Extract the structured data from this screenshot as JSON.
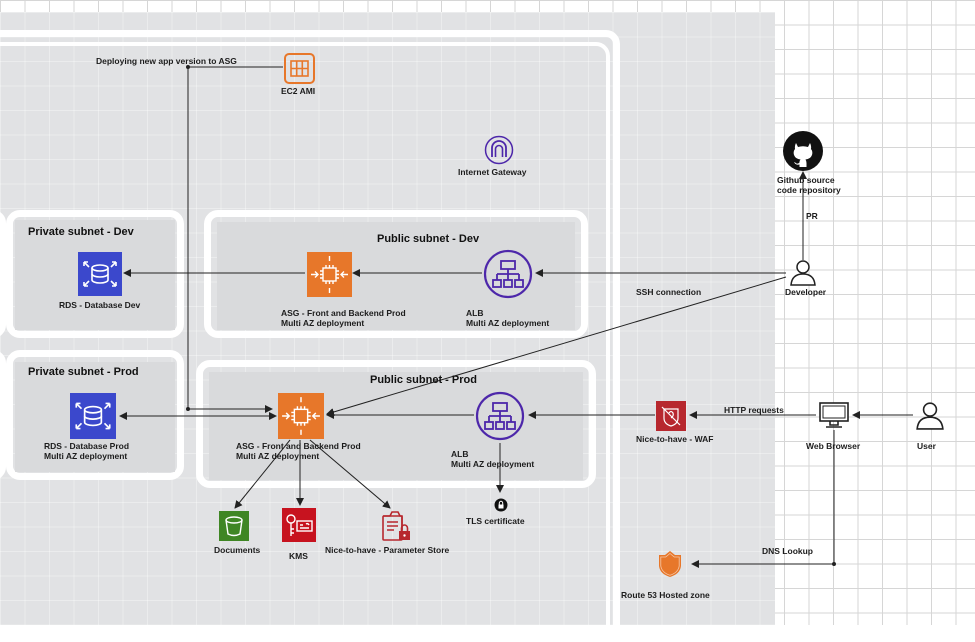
{
  "labels": {
    "deploying": "Deploying new app version to ASG",
    "ec2_ami": "EC2 AMI",
    "internet_gateway": "Internet Gateway",
    "github": "Github source\ncode repository",
    "pr": "PR",
    "developer": "Developer",
    "ssh": "SSH connection",
    "private_dev_title": "Private subnet - Dev",
    "public_dev_title": "Public subnet - Dev",
    "rds_dev": "RDS - Database Dev",
    "asg_dev": "ASG - Front and Backend Prod\nMulti AZ deployment",
    "alb_dev": "ALB\nMulti AZ deployment",
    "private_prod_title": "Private subnet - Prod",
    "public_prod_title": "Public subnet - Prod",
    "rds_prod": "RDS - Database Prod\nMulti AZ deployment",
    "asg_prod": "ASG - Front and Backend Prod\nMulti AZ deployment",
    "alb_prod": "ALB\nMulti AZ deployment",
    "waf": "Nice-to-have - WAF",
    "http": "HTTP requests",
    "web_browser": "Web Browser",
    "user": "User",
    "tls": "TLS certificate",
    "documents": "Documents",
    "kms": "KMS",
    "param_store": "Nice-to-have - Parameter Store",
    "dns": "DNS Lookup",
    "route53": "Route 53 Hosted zone"
  },
  "colors": {
    "rds": "#3b48cc",
    "asg": "#e7772a",
    "alb": "#4d27aa",
    "s3": "#3f8624",
    "kms": "#c7131f",
    "security": "#b7282e",
    "route53": "#e7772a",
    "line": "#222222"
  },
  "icons": {
    "ec2_ami": "ami-icon",
    "internet_gateway": "internet-gateway-icon",
    "github": "github-icon",
    "developer": "user-icon",
    "user": "user-icon",
    "web_browser": "monitor-icon"
  }
}
